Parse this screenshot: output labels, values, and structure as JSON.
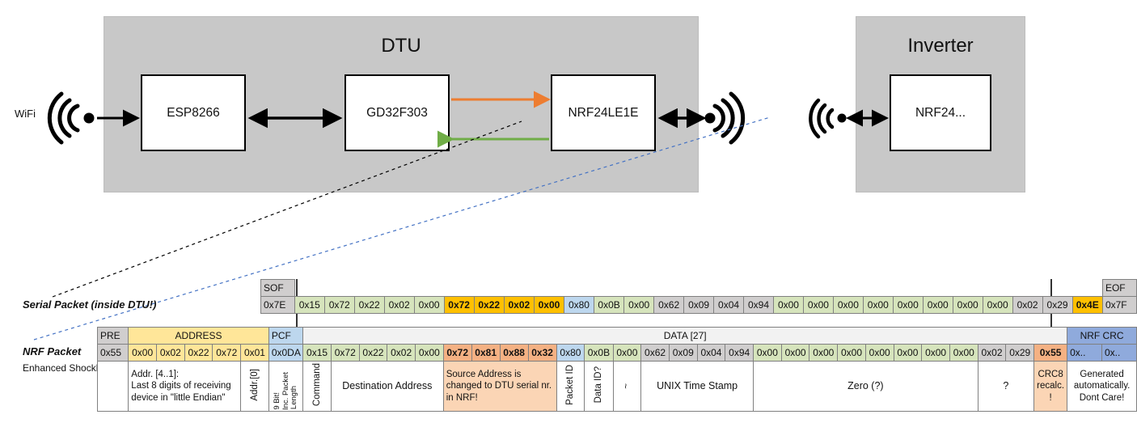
{
  "diagram": {
    "dtu": {
      "title": "DTU",
      "wifi_label": "WiFi",
      "chips": [
        {
          "name": "ESP8266"
        },
        {
          "name": "GD32F303"
        },
        {
          "name": "NRF24LE1E"
        }
      ]
    },
    "inverter": {
      "title": "Inverter",
      "chips": [
        {
          "name": "NRF24..."
        }
      ]
    },
    "colors": {
      "enclosure": "#c8c8c8",
      "arrow_tx": "#ed7d31",
      "arrow_rx": "#70ad47",
      "arrow_black": "#000000",
      "leader_black": "#000000",
      "leader_blue": "#4472c4"
    }
  },
  "labels": {
    "serial_packet": "Serial Packet (inside DTU!)",
    "nrf_packet": "NRF Packet",
    "enhanced_shockburst": "Enhanced Shockburst"
  },
  "serial_packet": {
    "sof_header": "SOF",
    "eof_header": "EOF",
    "sof_value": "0x7E",
    "eof_value": "0x7F",
    "bytes": [
      {
        "v": "0x15",
        "c": "green"
      },
      {
        "v": "0x72",
        "c": "green"
      },
      {
        "v": "0x22",
        "c": "green"
      },
      {
        "v": "0x02",
        "c": "green"
      },
      {
        "v": "0x00",
        "c": "green"
      },
      {
        "v": "0x72",
        "c": "yellow"
      },
      {
        "v": "0x22",
        "c": "yellow"
      },
      {
        "v": "0x02",
        "c": "yellow"
      },
      {
        "v": "0x00",
        "c": "yellow"
      },
      {
        "v": "0x80",
        "c": "blue"
      },
      {
        "v": "0x0B",
        "c": "green"
      },
      {
        "v": "0x00",
        "c": "green"
      },
      {
        "v": "0x62",
        "c": "gray"
      },
      {
        "v": "0x09",
        "c": "gray"
      },
      {
        "v": "0x04",
        "c": "gray"
      },
      {
        "v": "0x94",
        "c": "gray"
      },
      {
        "v": "0x00",
        "c": "green"
      },
      {
        "v": "0x00",
        "c": "green"
      },
      {
        "v": "0x00",
        "c": "green"
      },
      {
        "v": "0x00",
        "c": "green"
      },
      {
        "v": "0x00",
        "c": "green"
      },
      {
        "v": "0x00",
        "c": "green"
      },
      {
        "v": "0x00",
        "c": "green"
      },
      {
        "v": "0x00",
        "c": "green"
      },
      {
        "v": "0x02",
        "c": "gray"
      },
      {
        "v": "0x29",
        "c": "gray"
      },
      {
        "v": "0x4E",
        "c": "yellow"
      }
    ]
  },
  "nrf_packet": {
    "headers": {
      "pre": "PRE",
      "address": "ADDRESS",
      "pcf": "PCF",
      "data": "DATA [27]",
      "nrf_crc": "NRF CRC"
    },
    "pre_value": "0x55",
    "address_values": [
      "0x00",
      "0x02",
      "0x22",
      "0x72",
      "0x01"
    ],
    "pcf_value": "0x0DA",
    "bytes": [
      {
        "v": "0x15",
        "c": "green"
      },
      {
        "v": "0x72",
        "c": "green"
      },
      {
        "v": "0x22",
        "c": "green"
      },
      {
        "v": "0x02",
        "c": "green"
      },
      {
        "v": "0x00",
        "c": "green"
      },
      {
        "v": "0x72",
        "c": "orange"
      },
      {
        "v": "0x81",
        "c": "orange"
      },
      {
        "v": "0x88",
        "c": "orange"
      },
      {
        "v": "0x32",
        "c": "orange"
      },
      {
        "v": "0x80",
        "c": "blue"
      },
      {
        "v": "0x0B",
        "c": "green"
      },
      {
        "v": "0x00",
        "c": "green"
      },
      {
        "v": "0x62",
        "c": "gray"
      },
      {
        "v": "0x09",
        "c": "gray"
      },
      {
        "v": "0x04",
        "c": "gray"
      },
      {
        "v": "0x94",
        "c": "gray"
      },
      {
        "v": "0x00",
        "c": "green"
      },
      {
        "v": "0x00",
        "c": "green"
      },
      {
        "v": "0x00",
        "c": "green"
      },
      {
        "v": "0x00",
        "c": "green"
      },
      {
        "v": "0x00",
        "c": "green"
      },
      {
        "v": "0x00",
        "c": "green"
      },
      {
        "v": "0x00",
        "c": "green"
      },
      {
        "v": "0x00",
        "c": "green"
      },
      {
        "v": "0x02",
        "c": "gray"
      },
      {
        "v": "0x29",
        "c": "gray"
      },
      {
        "v": "0x55",
        "c": "orange"
      }
    ],
    "crc_values": [
      "0x..",
      "0x.."
    ]
  },
  "descriptions": {
    "address": "Addr. [4..1]:\nLast 8 digits of receiving device in \"little Endian\"",
    "address_line1": "Addr. [4..1]:",
    "address_line2": "Last 8 digits of receiving",
    "address_line3": "device in \"little Endian\"",
    "addr0": "Addr.[0]",
    "pcf_a": "9 Bit!",
    "pcf_b": "Inc. Packet",
    "pcf_c": "Length",
    "command": "Command",
    "destination_address": "Destination Address",
    "source_address": "Source Address is changed to DTU serial nr. in NRF!",
    "packet_id": "Packet ID",
    "data_id": "Data ID?",
    "tilde": "~",
    "unix_time_stamp": "UNIX Time Stamp",
    "zero": "Zero (?)",
    "question": "?",
    "crc8": "CRC8 recalc. !",
    "crc8_l1": "CRC8",
    "crc8_l2": "recalc.",
    "crc8_l3": "!",
    "nrf_crc_note": "Generated automatically. Dont Care!",
    "nrf_crc_l1": "Generated",
    "nrf_crc_l2": "automatically.",
    "nrf_crc_l3": "Dont Care!"
  }
}
